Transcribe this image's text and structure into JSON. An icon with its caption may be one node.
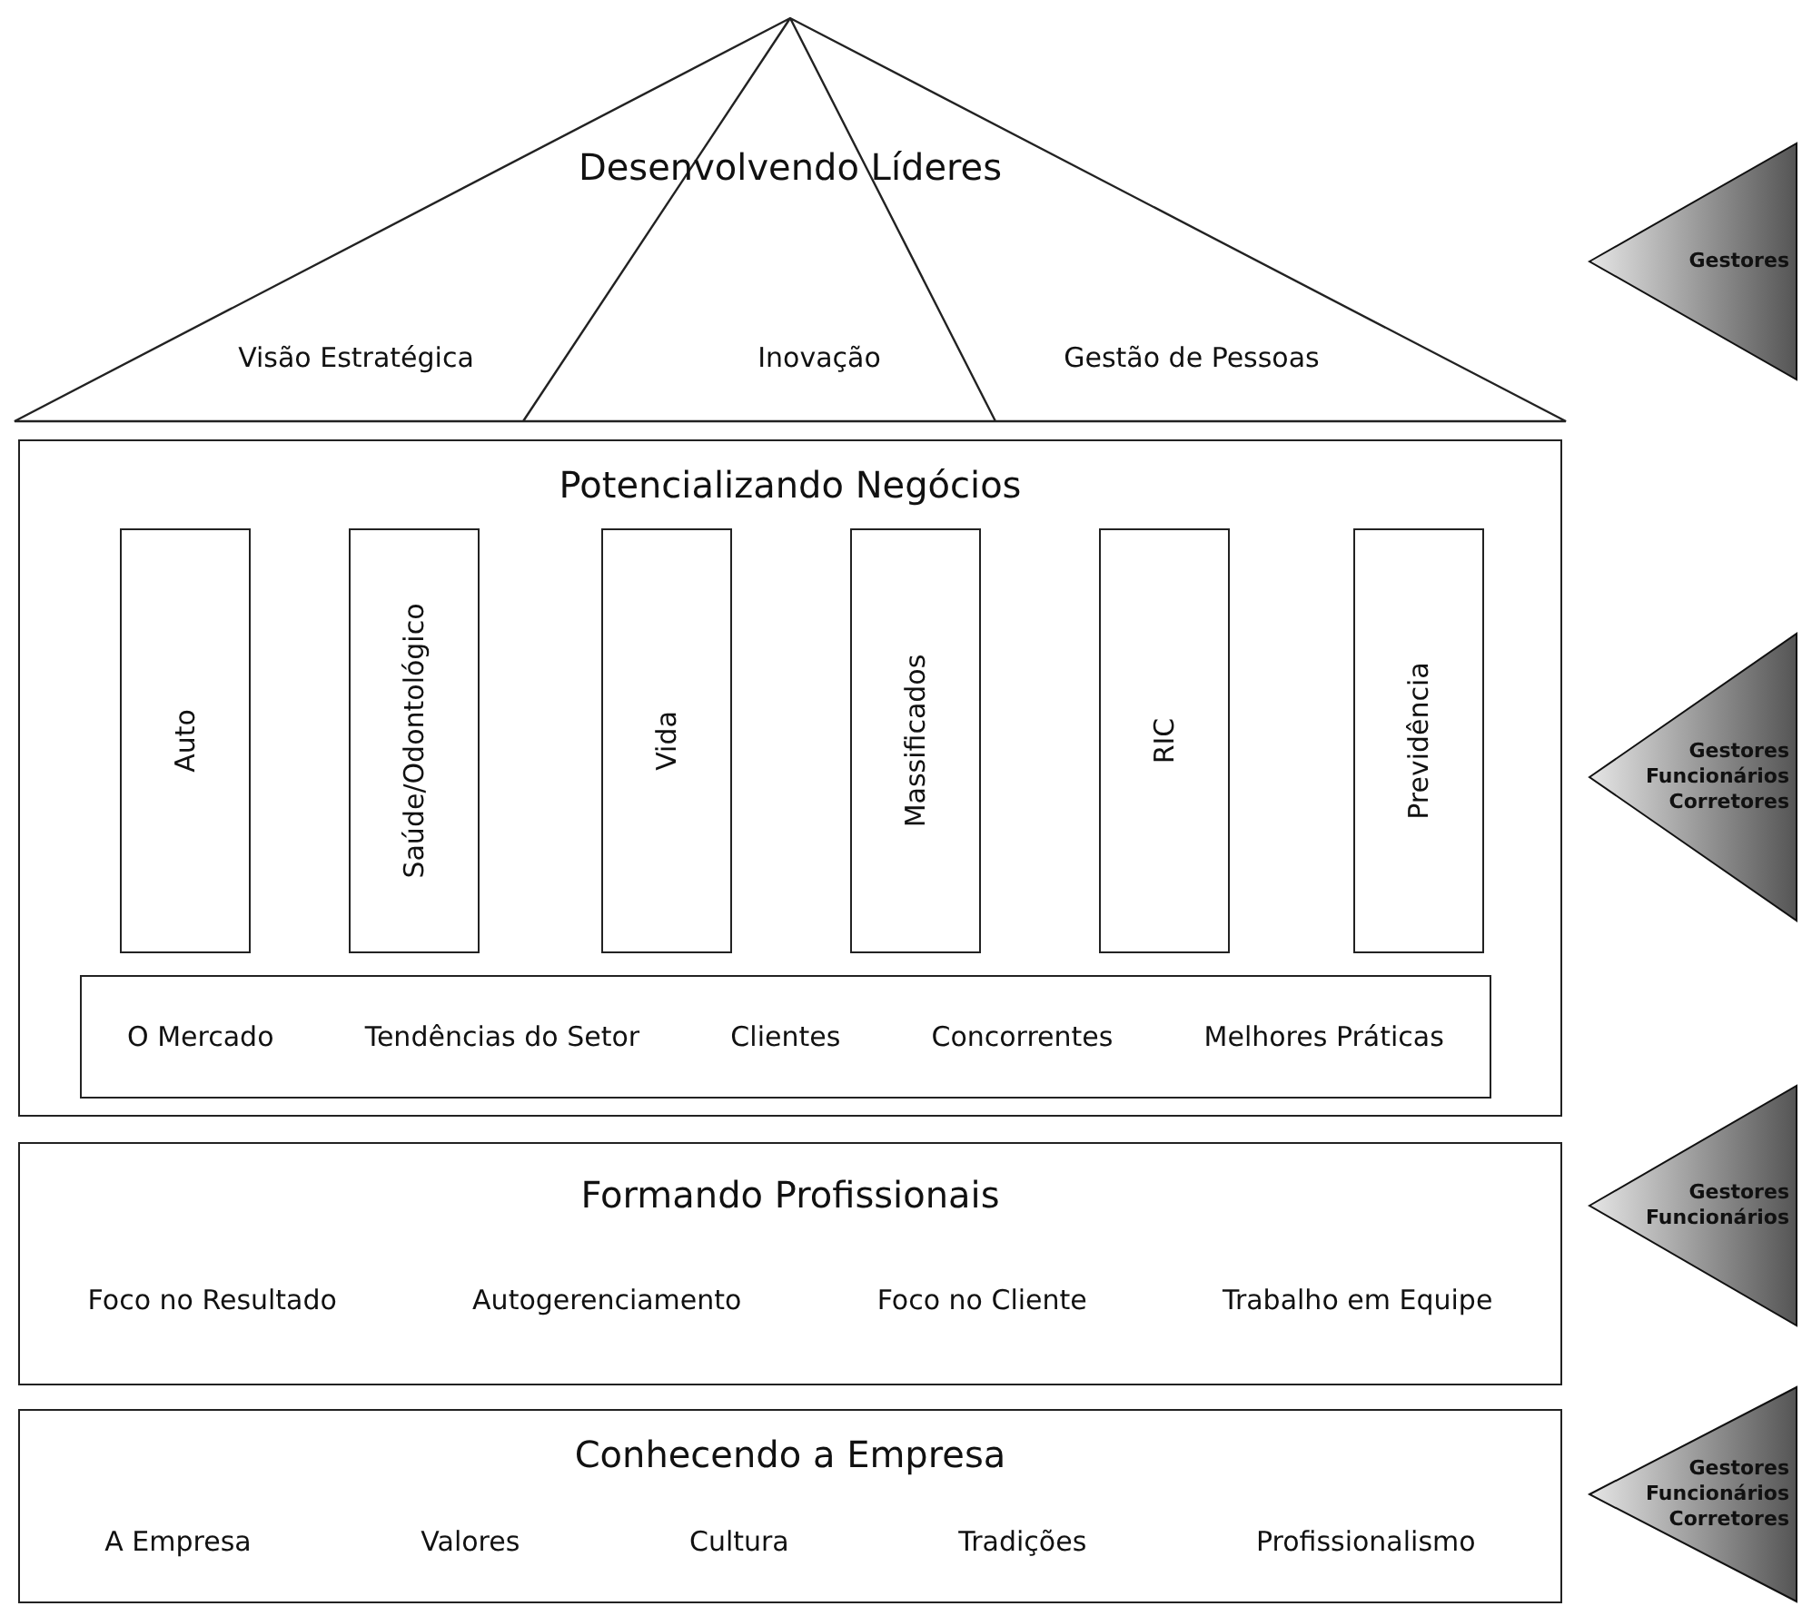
{
  "diagram": {
    "nodes": [
      {
        "text": [
          "Desenvolvendo Líderes",
          "Visão Estratégica",
          "Inovação",
          "Gestão de Pessoas"
        ]
      },
      {
        "text": [
          "Potencializando Negócios"
        ]
      },
      {
        "text": [
          "Auto"
        ],
        "in": 1
      },
      {
        "text": [
          "Saúde/Odontológico"
        ],
        "in": 1
      },
      {
        "text": [
          "Vida"
        ],
        "in": 1
      },
      {
        "text": [
          "Massificados"
        ],
        "in": 1
      },
      {
        "text": [
          "RIC"
        ],
        "in": 1
      },
      {
        "text": [
          "Previdência"
        ],
        "in": 1
      },
      {
        "text": [
          "O Mercado",
          "Tendências do Setor",
          "Clientes",
          "Concorrentes",
          "Melhores Práticas"
        ],
        "in": 1
      },
      {
        "text": [
          "Formando Profissionais",
          "Foco no Resultado",
          "Autogerenciamento",
          "Foco no Cliente",
          "Trabalho em Equipe"
        ]
      },
      {
        "text": [
          "Conhecendo a Empresa",
          "A Empresa",
          "Valores",
          "Cultura",
          "Tradições",
          "Profissionalismo"
        ]
      },
      {
        "text": [
          "Gestores"
        ]
      },
      {
        "text": [
          "Gestores",
          "Funcionários",
          "Corretores"
        ]
      },
      {
        "text": [
          "Gestores",
          "Funcionários"
        ]
      },
      {
        "text": [
          "Gestores",
          "Funcionários",
          "Corretores"
        ]
      }
    ]
  }
}
